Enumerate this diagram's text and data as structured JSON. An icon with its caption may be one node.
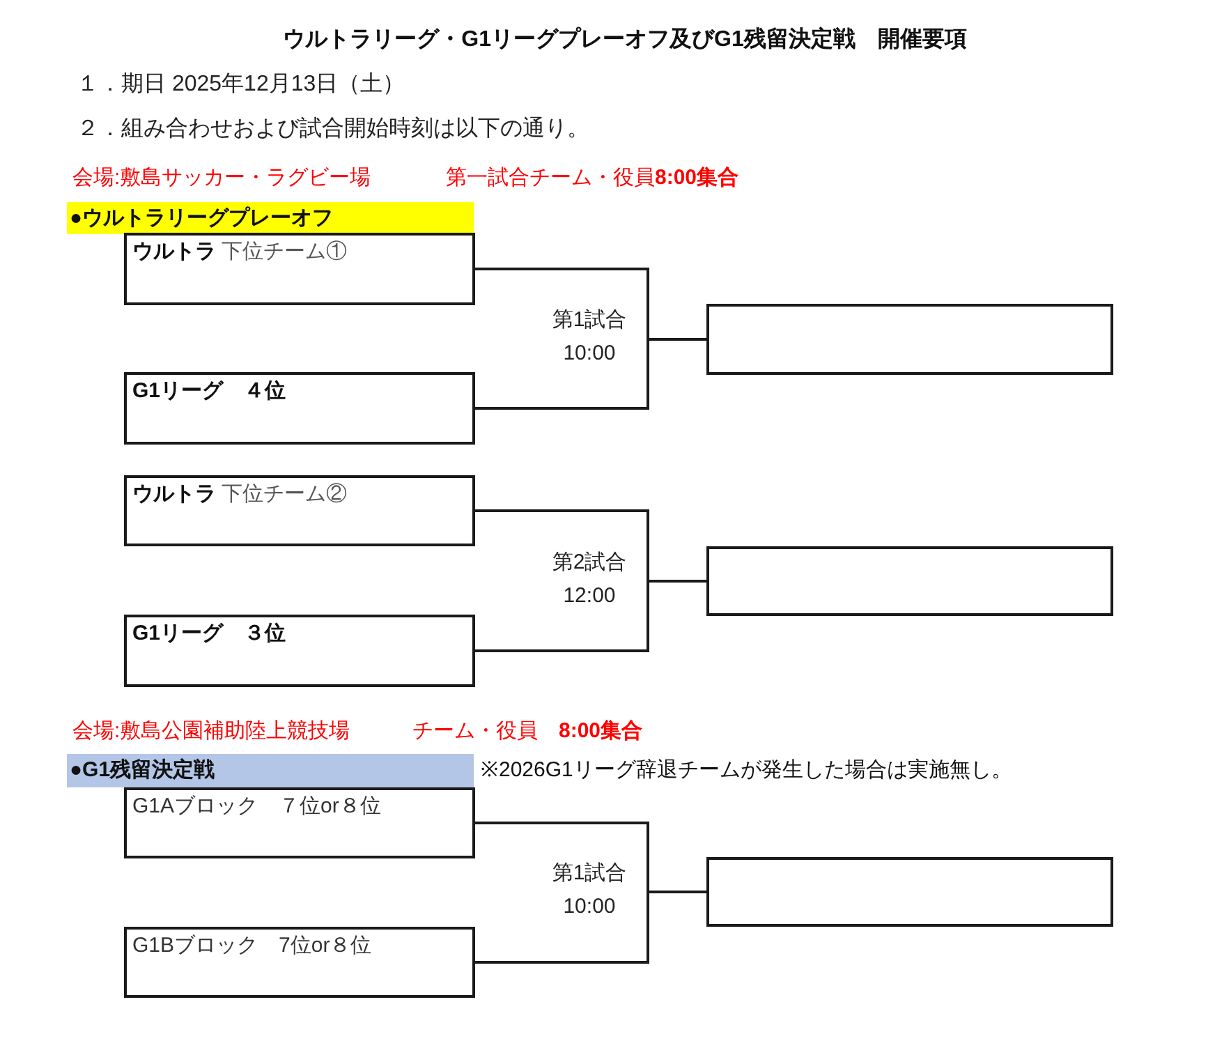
{
  "diagram": {
    "title": "ウルトラリーグ・G1リーグプレーオフ及びG1残留決定戦　開催要項",
    "nodes": [
      {
        "text": [
          "●ウルトラリーグプレーオフ"
        ]
      },
      {
        "text": [
          "**ウルトラ** 下位チーム①"
        ]
      },
      {
        "text": [
          "G1リーグ　４位"
        ]
      },
      {
        "text": [],
        "shape": "box"
      },
      {
        "text": [
          "**ウルトラ** 下位チーム②"
        ]
      },
      {
        "text": [
          "G1リーグ　３位"
        ]
      },
      {
        "text": [],
        "shape": "box"
      },
      {
        "text": [
          "●G1残留決定戦"
        ]
      },
      {
        "text": [
          "G1Aブロック　７位or８位"
        ]
      },
      {
        "text": [
          "G1Bブロック　7位or８位"
        ]
      },
      {
        "text": [],
        "shape": "box"
      }
    ],
    "edges": [
      {
        "from": 1,
        "to": 3,
        "arrow": "none"
      },
      {
        "from": 2,
        "to": 3,
        "arrow": "none"
      },
      {
        "from": 4,
        "to": 6,
        "arrow": "none"
      },
      {
        "from": 5,
        "to": 6,
        "arrow": "none"
      },
      {
        "from": 8,
        "to": 10,
        "arrow": "none"
      },
      {
        "from": 9,
        "to": 10,
        "arrow": "none"
      }
    ],
    "labels": [
      "１．期日 2025年12月13日（土）",
      "２．組み合わせおよび試合開始時刻は以下の通り。",
      "会場:敷島サッカー・ラグビー場",
      "第一試合チーム・役員**8:00集合**",
      "第1試合",
      "10:00",
      "第2試合",
      "12:00",
      "会場:敷島公園補助陸上競技場",
      "チーム・役員　**8:00集合**",
      "※2026G1リーグ辞退チームが発生した場合は実施無し。",
      "第1試合",
      "10:00"
    ]
  }
}
